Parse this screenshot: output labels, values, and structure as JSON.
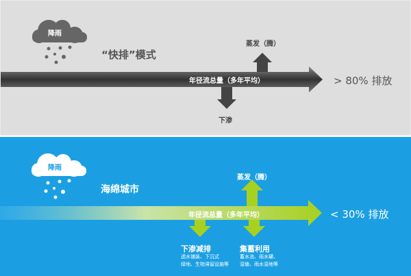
{
  "top": {
    "cloud_label": "降雨",
    "mode_title": "“快排”模式",
    "flow_label": "年径流总量（多年平均）",
    "up_label": "蒸发（腾）",
    "down_label": "下渗",
    "result": "> 80% 排放"
  },
  "bottom": {
    "cloud_label": "降雨",
    "mode_title": "海绵城市",
    "flow_label": "年径流总量（多年平均）",
    "up_label": "蒸发（腾）",
    "down1_label": "下渗减排",
    "down1_desc1": "透水铺装、下沉式",
    "down1_desc2": "绿地、生物滞留设施等",
    "down2_label": "集蓄利用",
    "down2_desc1": "蓄水池、雨水罐、",
    "down2_desc2": "湿塘、雨水湿地等",
    "result": "< 30% 排放"
  }
}
